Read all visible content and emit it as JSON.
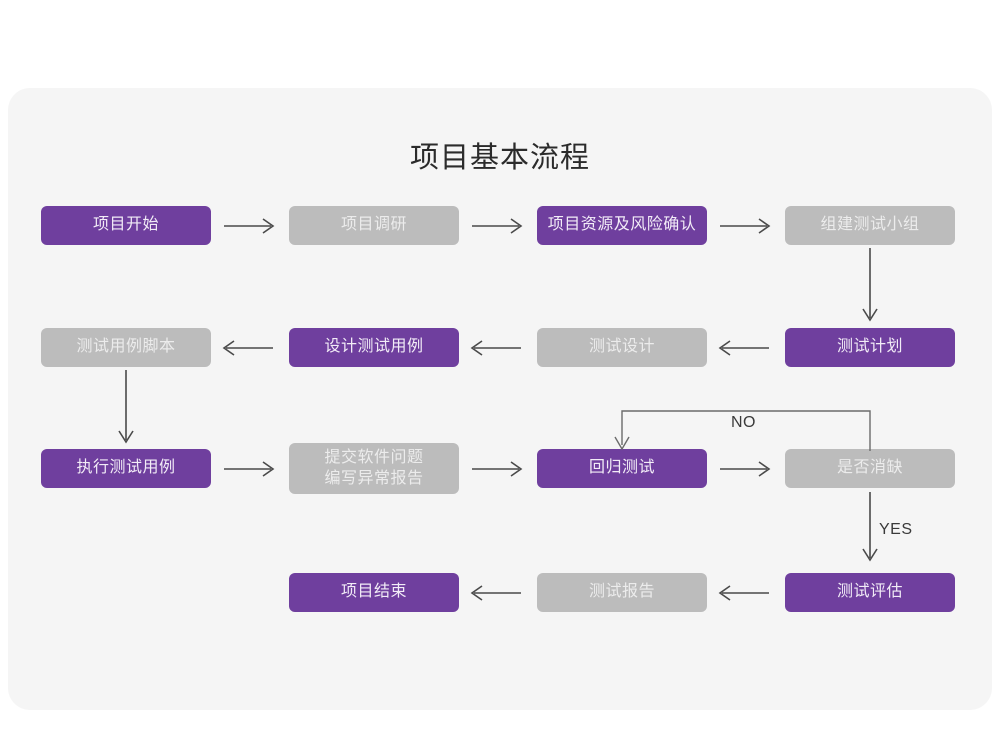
{
  "page": {
    "background": "#ffffff",
    "card_background": "#f5f5f5"
  },
  "title": "项目基本流程",
  "colors": {
    "purple": "#6f3f9e",
    "purple_text": "#f2ecf7",
    "gray": "#bcbcbc",
    "gray_text": "#ececec",
    "arrow": "#4a4a4a",
    "label_text": "#3a3a3a"
  },
  "flow": {
    "rows": [
      {
        "row": 1,
        "direction": "left-to-right",
        "nodes": [
          {
            "id": "n1",
            "label": "项目开始",
            "style": "purple"
          },
          {
            "id": "n2",
            "label": "项目调研",
            "style": "gray"
          },
          {
            "id": "n3",
            "label": "项目资源及风险确认",
            "style": "purple"
          },
          {
            "id": "n4",
            "label": "组建测试小组",
            "style": "gray"
          }
        ]
      },
      {
        "row": 2,
        "direction": "right-to-left",
        "nodes": [
          {
            "id": "n5",
            "label": "测试用例脚本",
            "style": "gray"
          },
          {
            "id": "n6",
            "label": "设计测试用例",
            "style": "purple"
          },
          {
            "id": "n7",
            "label": "测试设计",
            "style": "gray"
          },
          {
            "id": "n8",
            "label": "测试计划",
            "style": "purple"
          }
        ]
      },
      {
        "row": 3,
        "direction": "left-to-right",
        "nodes": [
          {
            "id": "n9",
            "label": "执行测试用例",
            "style": "purple"
          },
          {
            "id": "n10",
            "label": "提交软件问题\n编写异常报告",
            "style": "gray"
          },
          {
            "id": "n11",
            "label": "回归测试",
            "style": "purple"
          },
          {
            "id": "n12",
            "label": "是否消缺",
            "style": "gray"
          }
        ]
      },
      {
        "row": 4,
        "direction": "right-to-left",
        "nodes": [
          {
            "id": "n13",
            "label": "项目结束",
            "style": "purple"
          },
          {
            "id": "n14",
            "label": "测试报告",
            "style": "gray"
          },
          {
            "id": "n15",
            "label": "测试评估",
            "style": "purple"
          }
        ]
      }
    ],
    "edge_labels": {
      "no": "NO",
      "yes": "YES"
    }
  },
  "nodes": {
    "n1": "项目开始",
    "n2": "项目调研",
    "n3": "项目资源及风险确认",
    "n4": "组建测试小组",
    "n5": "测试用例脚本",
    "n6": "设计测试用例",
    "n7": "测试设计",
    "n8": "测试计划",
    "n9": "执行测试用例",
    "n10": "提交软件问题\n编写异常报告",
    "n11": "回归测试",
    "n12": "是否消缺",
    "n13": "项目结束",
    "n14": "测试报告",
    "n15": "测试评估"
  },
  "labels": {
    "no": "NO",
    "yes": "YES"
  }
}
